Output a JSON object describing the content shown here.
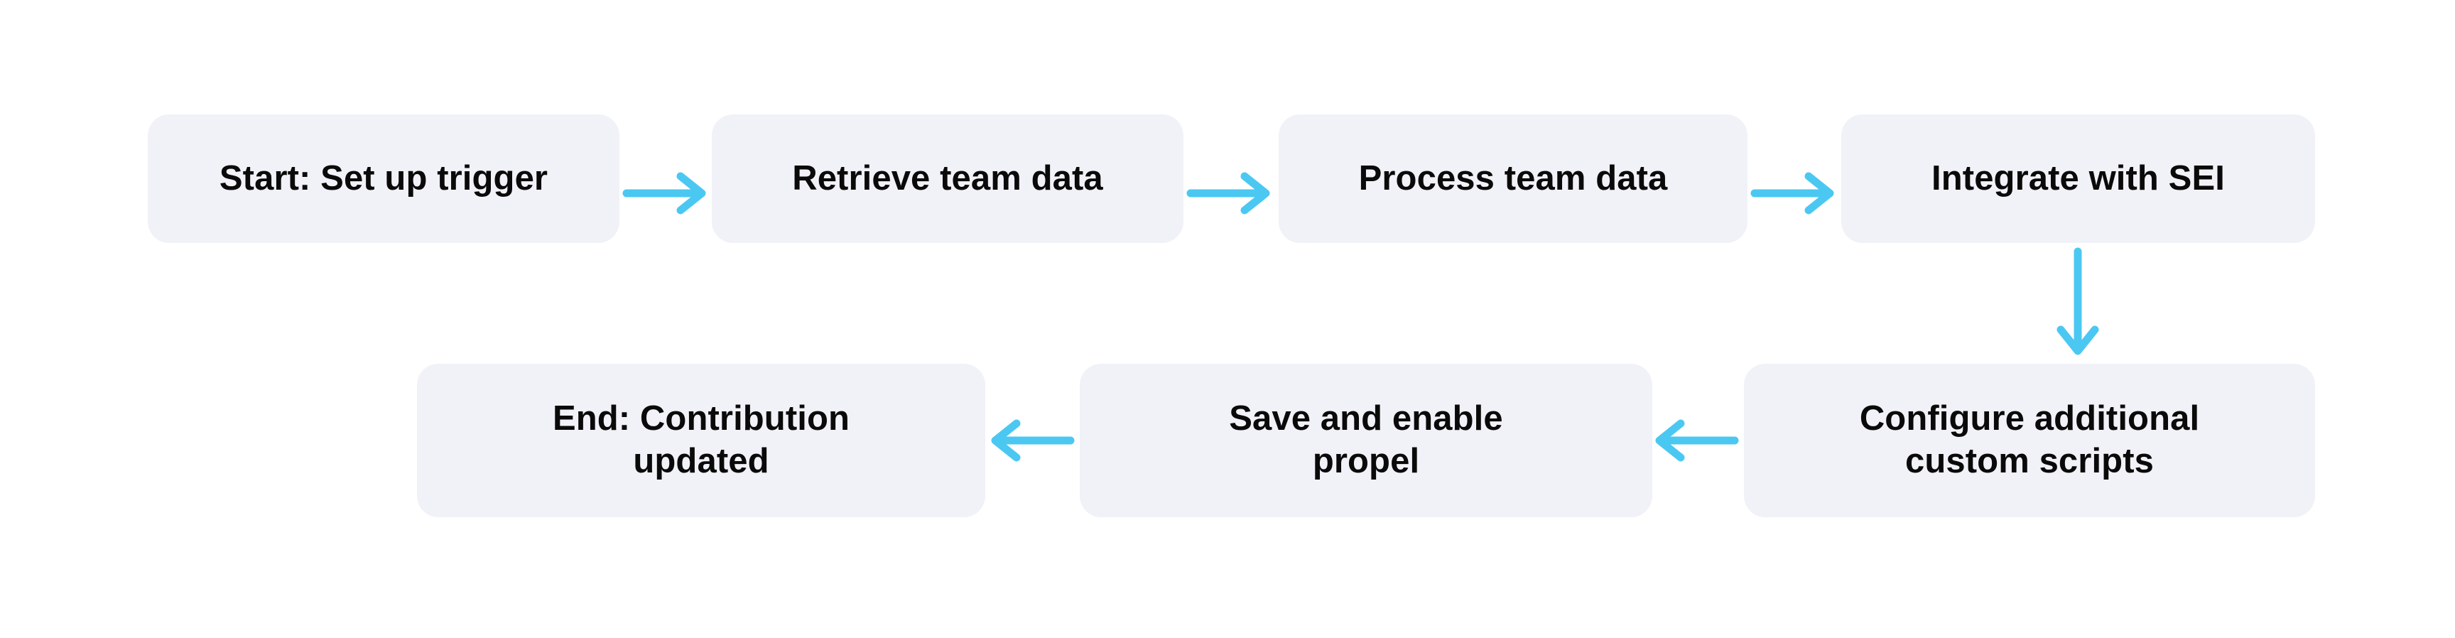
{
  "diagram": {
    "type": "flowchart",
    "title": "",
    "background_color": "#FFFFFF",
    "node_fill_color": "#F1F2F7",
    "node_text_color": "#0A0A0A",
    "arrow_color": "#4BC8F2",
    "nodes": [
      {
        "id": "start",
        "label": "Start: Set up trigger",
        "row": 1,
        "order": 1
      },
      {
        "id": "retrieve",
        "label": "Retrieve team data",
        "row": 1,
        "order": 2
      },
      {
        "id": "process",
        "label": "Process team data",
        "row": 1,
        "order": 3
      },
      {
        "id": "integrate",
        "label": "Integrate with SEI",
        "row": 1,
        "order": 4
      },
      {
        "id": "configure",
        "label": "Configure additional\ncustom scripts",
        "row": 2,
        "order": 5
      },
      {
        "id": "save",
        "label": "Save and enable\npropel",
        "row": 2,
        "order": 6
      },
      {
        "id": "end",
        "label": "End: Contribution\nupdated",
        "row": 2,
        "order": 7
      }
    ],
    "edges": [
      {
        "id": "e1",
        "from": "start",
        "to": "retrieve",
        "direction": "right"
      },
      {
        "id": "e2",
        "from": "retrieve",
        "to": "process",
        "direction": "right"
      },
      {
        "id": "e3",
        "from": "process",
        "to": "integrate",
        "direction": "right"
      },
      {
        "id": "e4",
        "from": "integrate",
        "to": "configure",
        "direction": "down"
      },
      {
        "id": "e5",
        "from": "configure",
        "to": "save",
        "direction": "left"
      },
      {
        "id": "e6",
        "from": "save",
        "to": "end",
        "direction": "left"
      }
    ]
  }
}
